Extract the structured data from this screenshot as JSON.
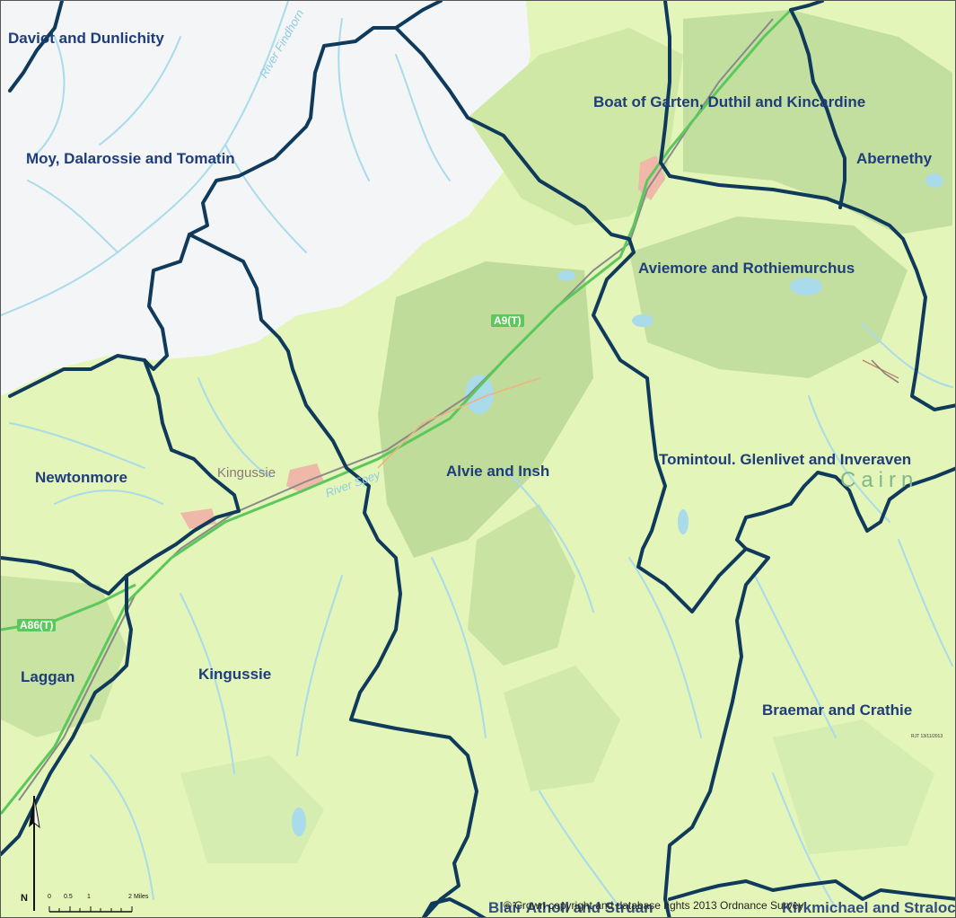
{
  "map": {
    "areas": {
      "daviot": "Daviot and Dunlichity",
      "moy": "Moy, Dalarossie and Tomatin",
      "boat_of_garten": "Boat of Garten, Duthil and Kincardine",
      "abernethy": "Abernethy",
      "aviemore": "Aviemore and Rothiemurchus",
      "newtonmore": "Newtonmore",
      "alvie": "Alvie and Insh",
      "tomintoul": "Tomintoul. Glenlivet and Inveraven",
      "laggan": "Laggan",
      "kingussie": "Kingussie",
      "braemar": "Braemar and Crathie",
      "bottom_center": "Blair Atholl and Struan",
      "bottom_right": "Kirkmichael and Straloch"
    },
    "towns": {
      "kingussie": "Kingussie"
    },
    "water": {
      "river_spey": "River Spey",
      "river_findhorn": "River Findhorn"
    },
    "big_region_label": "Cairn",
    "roads": {
      "a9": "A9(T)",
      "a86": "A86(T)"
    },
    "scale": {
      "north": "N",
      "ticks": [
        "0",
        "0.5",
        "1",
        "2"
      ],
      "unit": "Miles"
    },
    "stamp": "RJT 13/11/2013",
    "copyright": "© Crown copyright and database rights 2013 Ordnance Survey"
  },
  "colors": {
    "land": "#e3f5b8",
    "forest": "#cfe8a6",
    "woodland_dark": "#b8d89a",
    "moor": "#f3f4f6",
    "river": "#a9dbea",
    "boundary": "#0f3a5c",
    "road_green": "#5cc85c",
    "road_rail": "#8a8a8a",
    "label": "#1f3d7a",
    "town": "#f0b8a8"
  }
}
